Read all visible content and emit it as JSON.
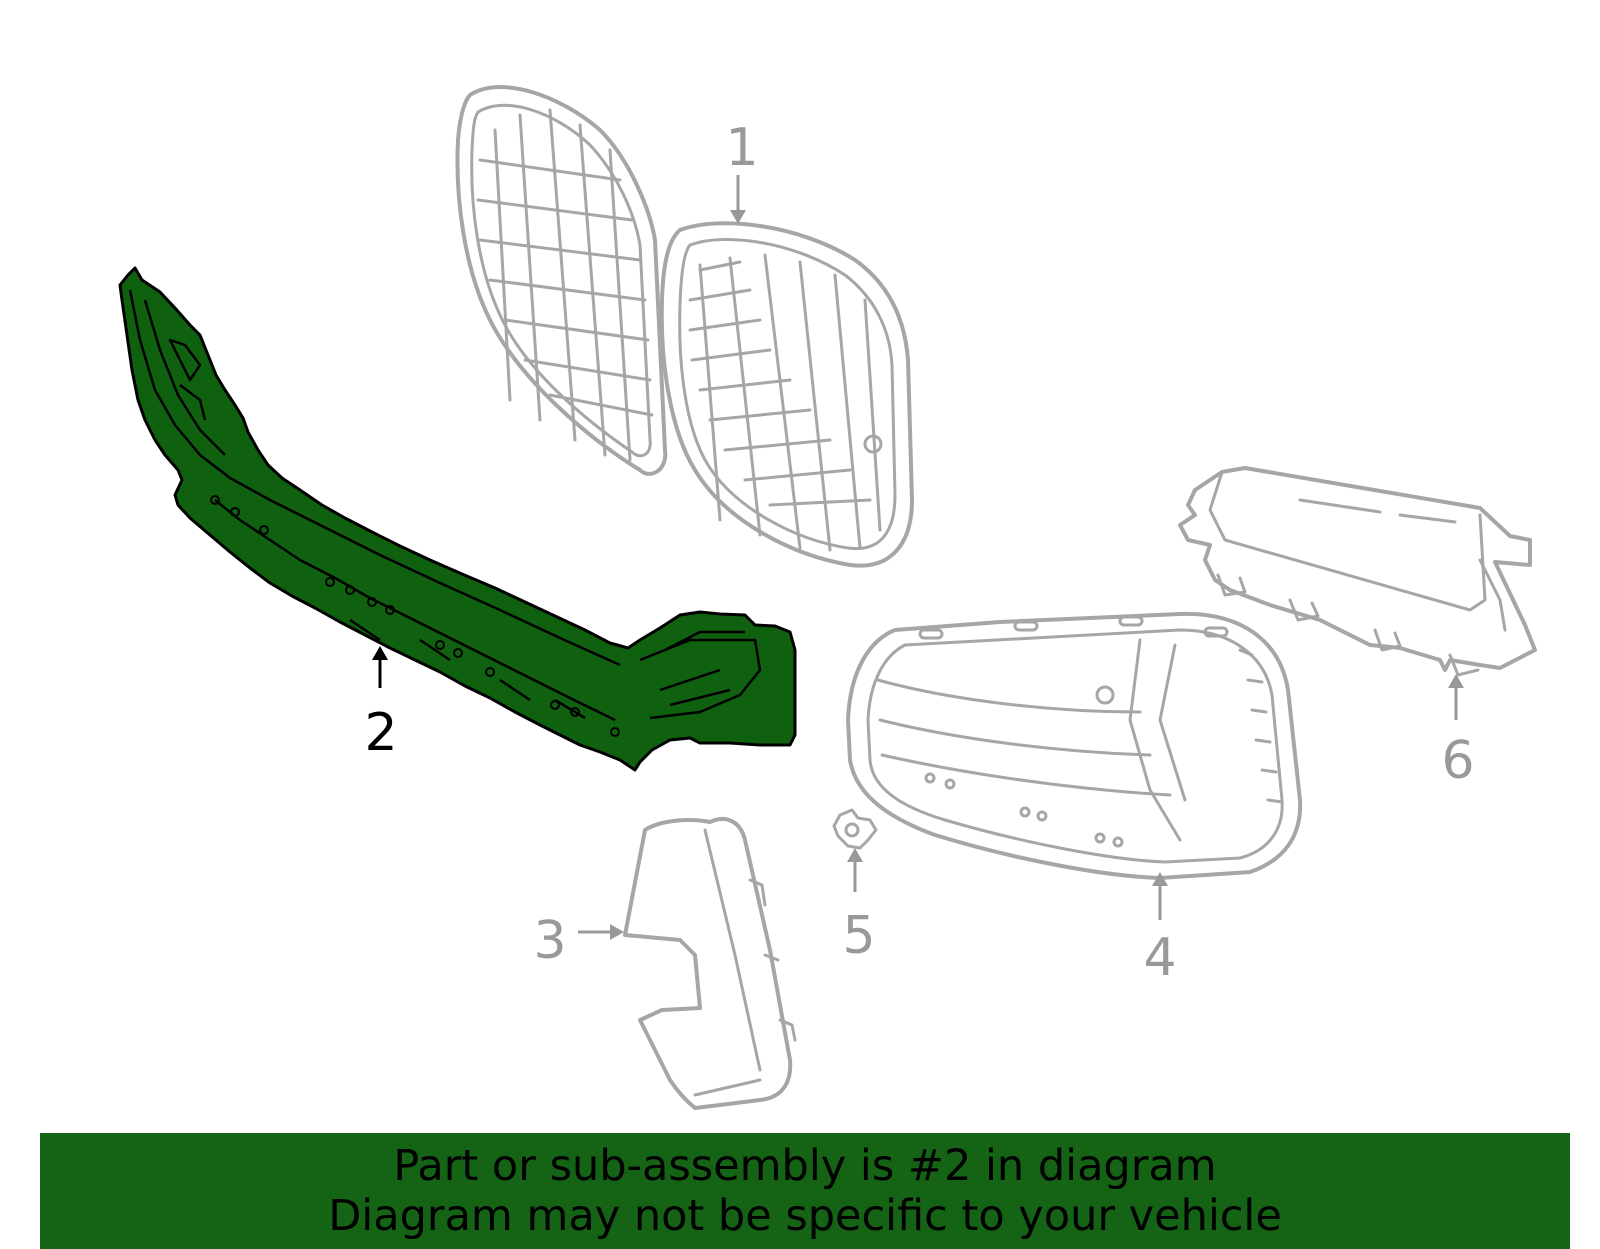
{
  "colors": {
    "highlight": "#0f610f",
    "banner": "#156315",
    "part_outline": "#a6a6a6",
    "callout_inactive": "#999999",
    "callout_active": "#000000"
  },
  "callouts": [
    {
      "id": "1",
      "label": "1",
      "active": false
    },
    {
      "id": "2",
      "label": "2",
      "active": true
    },
    {
      "id": "3",
      "label": "3",
      "active": false
    },
    {
      "id": "4",
      "label": "4",
      "active": false
    },
    {
      "id": "5",
      "label": "5",
      "active": false
    },
    {
      "id": "6",
      "label": "6",
      "active": false
    }
  ],
  "banner": {
    "line1": "Part or sub-assembly is #2 in diagram",
    "line2": "Diagram may not be specific to your vehicle"
  }
}
